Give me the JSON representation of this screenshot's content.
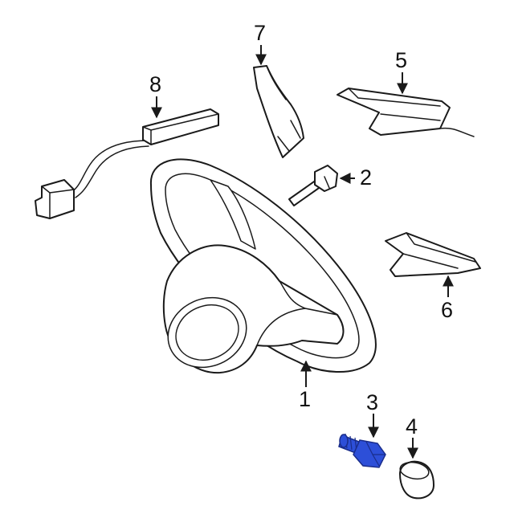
{
  "colors": {
    "line": "#1a1a1a",
    "highlight": "#2d4fd8",
    "highlight_dark": "#1a2d8a",
    "background": "#ffffff"
  },
  "callouts": [
    {
      "id": "1",
      "label": "1"
    },
    {
      "id": "2",
      "label": "2"
    },
    {
      "id": "3",
      "label": "3"
    },
    {
      "id": "4",
      "label": "4"
    },
    {
      "id": "5",
      "label": "5"
    },
    {
      "id": "6",
      "label": "6"
    },
    {
      "id": "7",
      "label": "7"
    },
    {
      "id": "8",
      "label": "8"
    }
  ]
}
